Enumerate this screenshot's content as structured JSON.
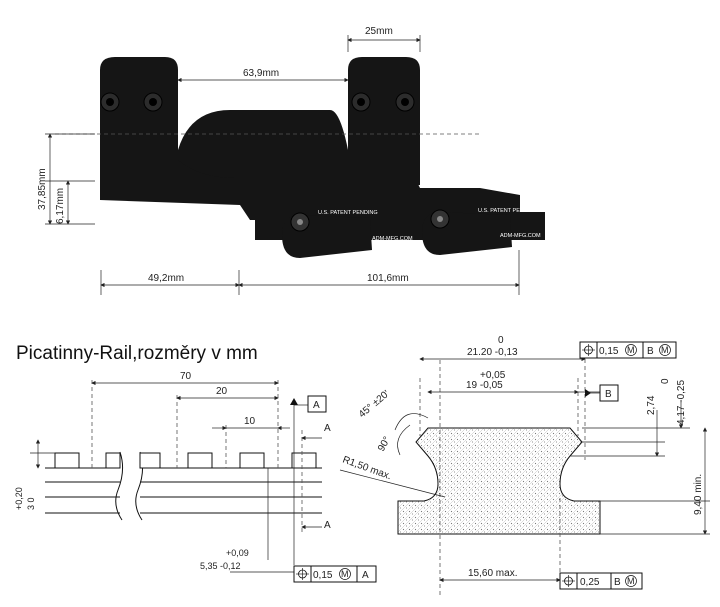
{
  "mount": {
    "dim_ring_spacing": "63,9mm",
    "dim_ring_width": "25mm",
    "dim_height": "37,85mm",
    "dim_base": "6,17mm",
    "dim_front": "49,2mm",
    "dim_length": "101,6mm",
    "logo_text": "ADM-MFG.COM",
    "patent_text": "U.S. PATENT PENDING"
  },
  "rail": {
    "title": "Picatinny-Rail,rozměry v mm",
    "left": {
      "dim_70": "70",
      "dim_20": "20",
      "dim_10": "10",
      "datum_A": "A",
      "section_A": "A",
      "tol_plus_020": "+0,20",
      "tol_3_0": "3 0",
      "tol_plus_009": "+0,09",
      "tol_535": "5,35 -0,12",
      "frame_value": "0,15",
      "frame_mod": "M",
      "frame_datum": "A"
    },
    "right": {
      "dim_top_zero": "0",
      "dim_2120": "21.20 -0,13",
      "dim_plus_005": "+0,05",
      "dim_19": "19 -0,05",
      "angle_45": "45° ±20'",
      "angle_90": "90°",
      "radius": "R1,50 max.",
      "datum_B": "B",
      "dim_274": "2,74",
      "dim_zero_r": "0",
      "dim_417": "4,17 -0,25",
      "dim_940": "9,40 min.",
      "dim_1560": "15,60 max.",
      "frame_top_value": "0,15",
      "frame_top_mod": "M",
      "frame_top_datum": "B",
      "frame_top_datum_mod": "M",
      "frame_bottom_value": "0,25",
      "frame_bottom_datum": "B",
      "frame_bottom_mod": "M"
    }
  }
}
